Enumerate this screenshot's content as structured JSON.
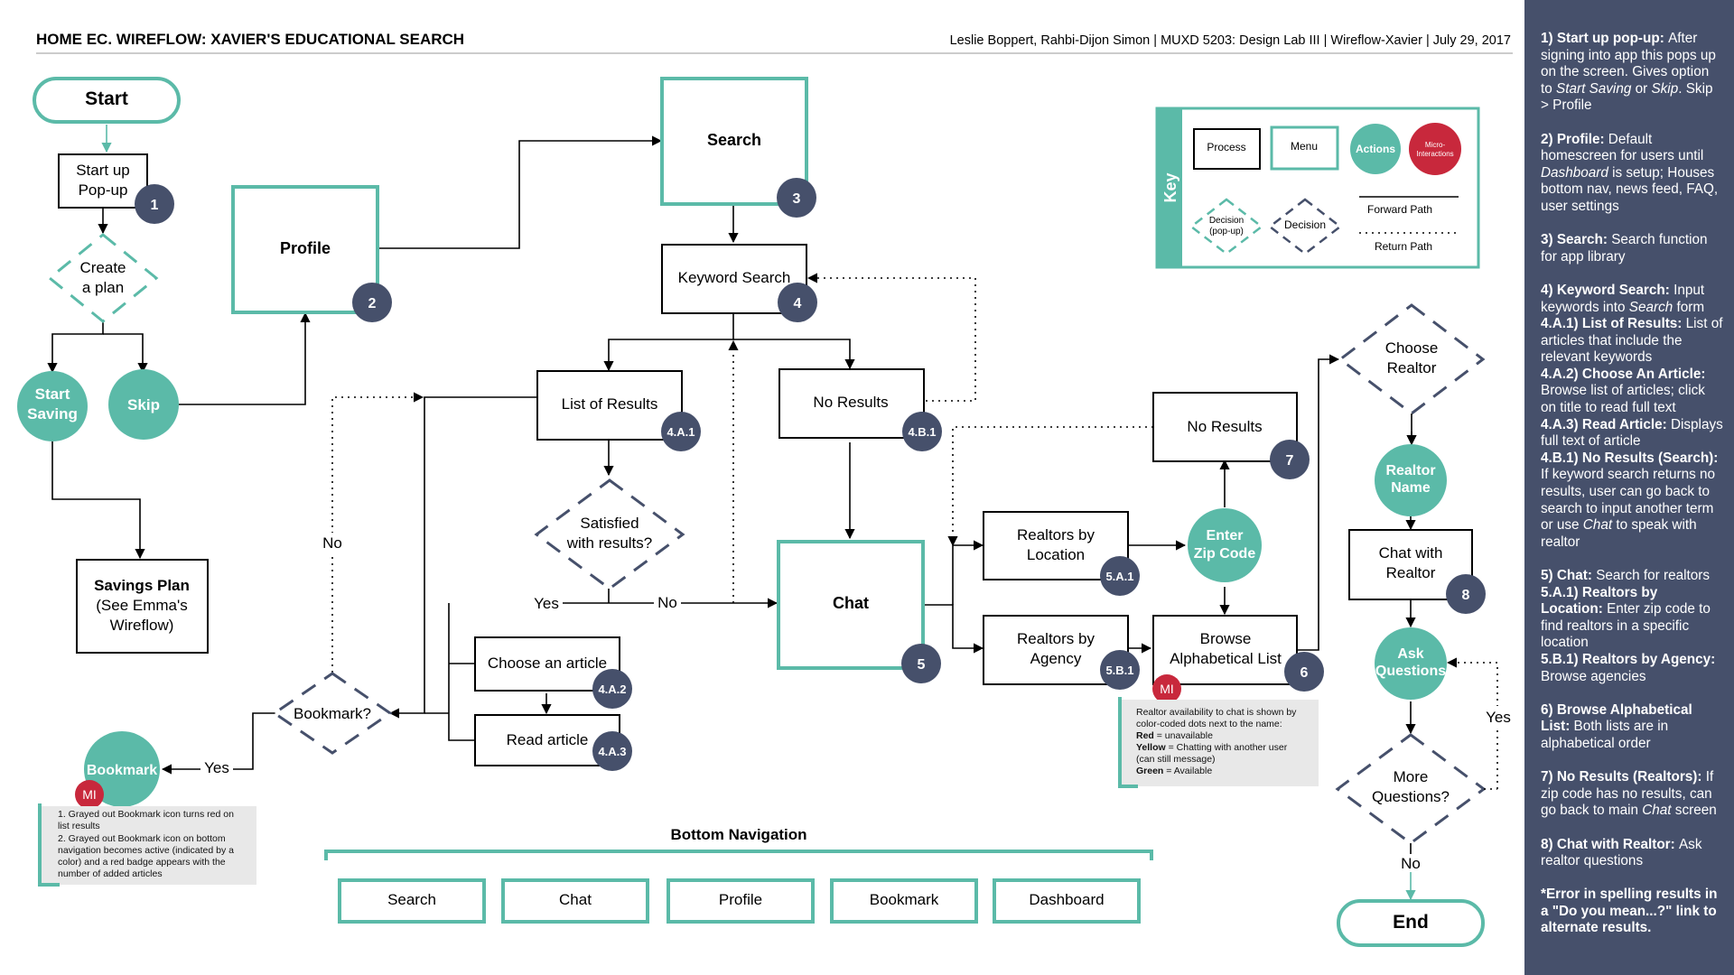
{
  "header": {
    "title": "HOME EC. WIREFLOW: XAVIER'S EDUCATIONAL SEARCH",
    "credits": "Leslie Boppert, Rahbi-Dijon Simon | MUXD 5203: Design Lab III | Wireflow-Xavier | July 29, 2017"
  },
  "colors": {
    "teal": "#5bbaa8",
    "navy": "#46506b",
    "red": "#c8283c",
    "note_bg": "#e8e8e8"
  },
  "nodes": {
    "start": "Start",
    "startup_popup": [
      "Start up",
      "Pop-up"
    ],
    "create_plan": [
      "Create",
      "a plan"
    ],
    "start_saving": [
      "Start",
      "Saving"
    ],
    "skip": "Skip",
    "savings_plan": [
      "Savings Plan",
      "(See Emma's",
      "Wireflow)"
    ],
    "profile": "Profile",
    "search": "Search",
    "keyword_search": "Keyword Search",
    "list_of_results": "List of Results",
    "no_results_search": "No Results",
    "satisfied": [
      "Satisfied",
      "with results?"
    ],
    "choose_article": "Choose an article",
    "read_article": "Read article",
    "bookmark_decision": "Bookmark?",
    "bookmark_action": "Bookmark",
    "chat": "Chat",
    "realtors_location": [
      "Realtors by",
      "Location"
    ],
    "realtors_agency": [
      "Realtors by",
      "Agency"
    ],
    "enter_zip": [
      "Enter",
      "Zip Code"
    ],
    "no_results_realtors": "No Results",
    "browse_list": [
      "Browse",
      "Alphabetical List"
    ],
    "choose_realtor": [
      "Choose",
      "Realtor"
    ],
    "realtor_name": [
      "Realtor",
      "Name"
    ],
    "chat_with_realtor": [
      "Chat with",
      "Realtor"
    ],
    "ask_questions": [
      "Ask",
      "Questions"
    ],
    "more_questions": [
      "More",
      "Questions?"
    ],
    "end": "End"
  },
  "badges": {
    "b1": "1",
    "b2": "2",
    "b3": "3",
    "b4": "4",
    "b4a1": "4.A.1",
    "b4b1": "4.B.1",
    "b4a2": "4.A.2",
    "b4a3": "4.A.3",
    "b5": "5",
    "b5a1": "5.A.1",
    "b5b1": "5.B.1",
    "b6": "6",
    "b7": "7",
    "b8": "8",
    "mi": "MI"
  },
  "edge_labels": {
    "yes": "Yes",
    "no": "No"
  },
  "notes": {
    "bookmark": [
      "1. Grayed out Bookmark icon turns red on",
      "list results",
      "2. Grayed out Bookmark icon on bottom",
      "navigation becomes active (indicated by a",
      "color) and a red badge appears with the",
      "number of added articles"
    ],
    "realtor_intro": [
      "Realtor availability to chat is shown by",
      "color-coded dots next to the name:"
    ],
    "realtor_legend": [
      {
        "key": "Red",
        "text": " = unavailable"
      },
      {
        "key": "Yellow",
        "text": " =  Chatting with another user"
      },
      {
        "key": "",
        "text": "(can still message)"
      },
      {
        "key": "Green",
        "text": " = Available"
      }
    ]
  },
  "key": {
    "title": "Key",
    "process": "Process",
    "menu": "Menu",
    "actions": "Actions",
    "micro": [
      "Micro-",
      "Interactions"
    ],
    "decision_popup": [
      "Decision",
      "(pop-up)"
    ],
    "decision": "Decision",
    "forward": "Forward Path",
    "return": "Return Path"
  },
  "bottom_nav": {
    "title": "Bottom Navigation",
    "items": [
      "Search",
      "Chat",
      "Profile",
      "Bookmark",
      "Dashboard"
    ]
  },
  "sidebar": [
    {
      "runs": [
        [
          "b",
          "1)  Start up pop-up: "
        ],
        [
          "t",
          "After signing into app this pops up on the screen. Gives option to "
        ],
        [
          "i",
          "Start Saving"
        ],
        [
          "t",
          " or "
        ],
        [
          "i",
          "Skip"
        ],
        [
          "t",
          ". Skip > Profile"
        ]
      ]
    },
    {
      "runs": [
        [
          "b",
          "2) Profile: "
        ],
        [
          "t",
          "Default homescreen for users until "
        ],
        [
          "i",
          "Dashboard"
        ],
        [
          "t",
          " is setup; Houses bottom nav, news feed, FAQ, user settings"
        ]
      ]
    },
    {
      "runs": [
        [
          "b",
          "3) Search: "
        ],
        [
          "t",
          "Search function for app library"
        ]
      ]
    },
    {
      "runs": [
        [
          "b",
          "4) Keyword Search: "
        ],
        [
          "t",
          "Input keywords into "
        ],
        [
          "i",
          "Search"
        ],
        [
          "t",
          " form"
        ],
        [
          "br",
          ""
        ],
        [
          "b",
          "4.A.1) List of Results: "
        ],
        [
          "t",
          "List of articles that include the relevant keywords"
        ],
        [
          "br",
          ""
        ],
        [
          "b",
          "4.A.2) Choose An Article: "
        ],
        [
          "t",
          "Browse list of articles; click on title to read full text"
        ],
        [
          "br",
          ""
        ],
        [
          "b",
          "4.A.3) Read Article: "
        ],
        [
          "t",
          "Displays full text of article"
        ],
        [
          "br",
          ""
        ],
        [
          "b",
          "4.B.1) No Results (Search): "
        ],
        [
          "t",
          "If keyword search returns no results, user can go back to search to input another term or use "
        ],
        [
          "i",
          "Chat"
        ],
        [
          "t",
          "  to speak with realtor"
        ]
      ]
    },
    {
      "runs": [
        [
          "b",
          "5) Chat: "
        ],
        [
          "t",
          "Search for realtors"
        ],
        [
          "br",
          ""
        ],
        [
          "b",
          "5.A.1) Realtors by Location: "
        ],
        [
          "t",
          "Enter zip code to find realtors in a specific location"
        ],
        [
          "br",
          ""
        ],
        [
          "b",
          "5.B.1) Realtors by Agency: "
        ],
        [
          "t",
          "Browse agencies"
        ]
      ]
    },
    {
      "runs": [
        [
          "b",
          "6) Browse Alphabetical List: "
        ],
        [
          "t",
          "Both lists are in alphabetical order"
        ]
      ]
    },
    {
      "runs": [
        [
          "b",
          "7) No Results (Realtors): "
        ],
        [
          "t",
          "If zip code has no results, can go back to main "
        ],
        [
          "i",
          "Chat"
        ],
        [
          "t",
          " screen"
        ]
      ]
    },
    {
      "runs": [
        [
          "b",
          "8) Chat with Realtor: "
        ],
        [
          "t",
          "Ask realtor questions"
        ]
      ]
    },
    {
      "runs": [
        [
          "b",
          "*Error in spelling results in a \"Do you mean...?\" link to alternate results."
        ]
      ]
    }
  ]
}
